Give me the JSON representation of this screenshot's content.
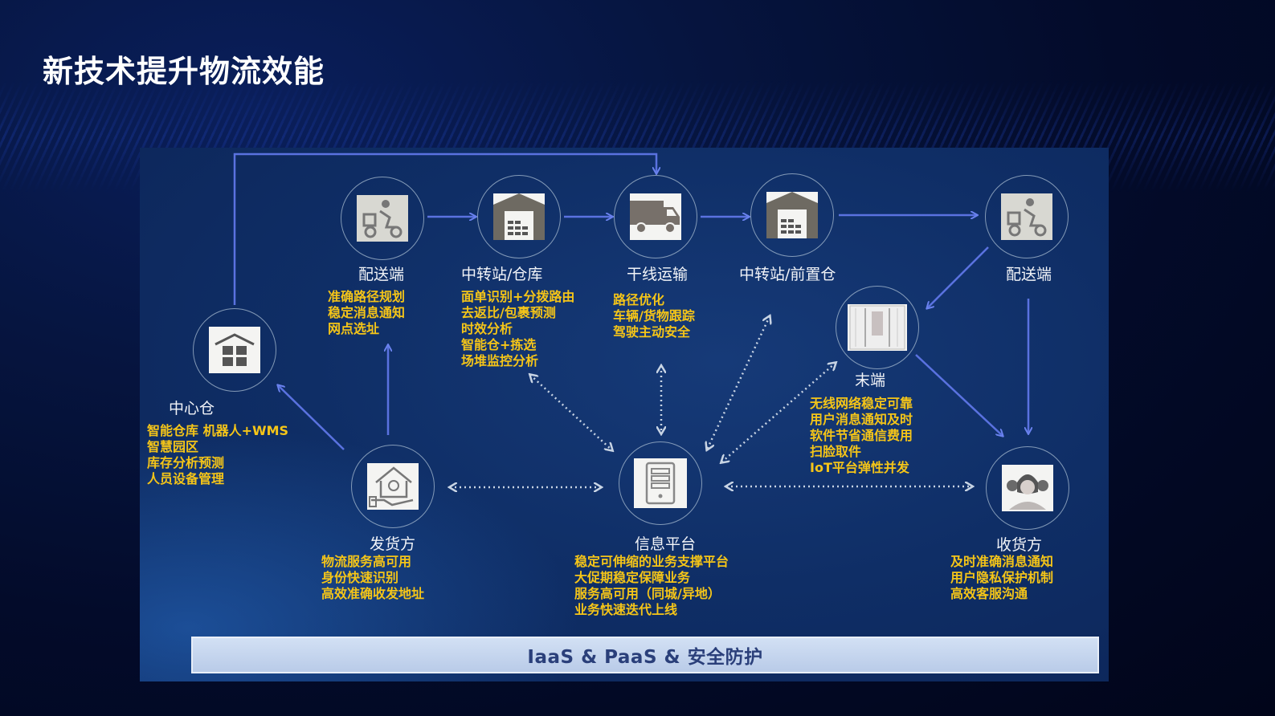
{
  "slide": {
    "title": "新技术提升物流效能"
  },
  "colors": {
    "background": "#030b2a",
    "panel": "#0f2e66",
    "title_text": "#ffffff",
    "node_label": "#f2f4f8",
    "description_text": "#f5c518",
    "arrow_solid": "#5a72e0",
    "arrow_dotted": "#c8d4e4",
    "bottom_bar": "#c6d6ee",
    "bottom_bar_text": "#2a3f7a"
  },
  "diagram": {
    "nodes": {
      "center_warehouse": {
        "label": "中心仓",
        "icon": "warehouse-boxes-icon",
        "lines": [
          "智能仓库 机器人+WMS",
          "智慧园区",
          "库存分析预测",
          "人员设备管理"
        ]
      },
      "delivery_left": {
        "label": "配送端",
        "icon": "delivery-scooter-icon",
        "lines": [
          "准确路径规划",
          "稳定消息通知",
          "网点选址"
        ]
      },
      "transit_warehouse": {
        "label": "中转站/仓库",
        "icon": "warehouse-icon",
        "lines": [
          "面单识别+分拨路由",
          "去返比/包裹预测",
          "时效分析",
          "智能仓+拣选",
          "场堆监控分析"
        ]
      },
      "trunk_transport": {
        "label": "干线运输",
        "icon": "truck-icon",
        "lines": [
          "路径优化",
          "车辆/货物跟踪",
          "驾驶主动安全"
        ]
      },
      "transit_front": {
        "label": "中转站/前置仓",
        "icon": "warehouse-icon",
        "lines": []
      },
      "delivery_right": {
        "label": "配送端",
        "icon": "delivery-scooter-icon",
        "lines": []
      },
      "terminal": {
        "label": "末端",
        "icon": "locker-icon",
        "lines": [
          "无线网络稳定可靠",
          "用户消息通知及时",
          "软件节省通信费用",
          "扫脸取件",
          "IoT平台弹性并发"
        ]
      },
      "shipper": {
        "label": "发货方",
        "icon": "house-hand-icon",
        "lines": [
          "物流服务高可用",
          "身份快速识别",
          "高效准确收发地址"
        ]
      },
      "info_platform": {
        "label": "信息平台",
        "icon": "server-icon",
        "lines": [
          "稳定可伸缩的业务支撑平台",
          "大促期稳定保障业务",
          "服务高可用（同城/异地）",
          "业务快速迭代上线"
        ]
      },
      "receiver": {
        "label": "收货方",
        "icon": "people-icon",
        "lines": [
          "及时准确消息通知",
          "用户隐私保护机制",
          "高效客服沟通"
        ]
      }
    },
    "foundation": "IaaS & PaaS & 安全防护"
  }
}
